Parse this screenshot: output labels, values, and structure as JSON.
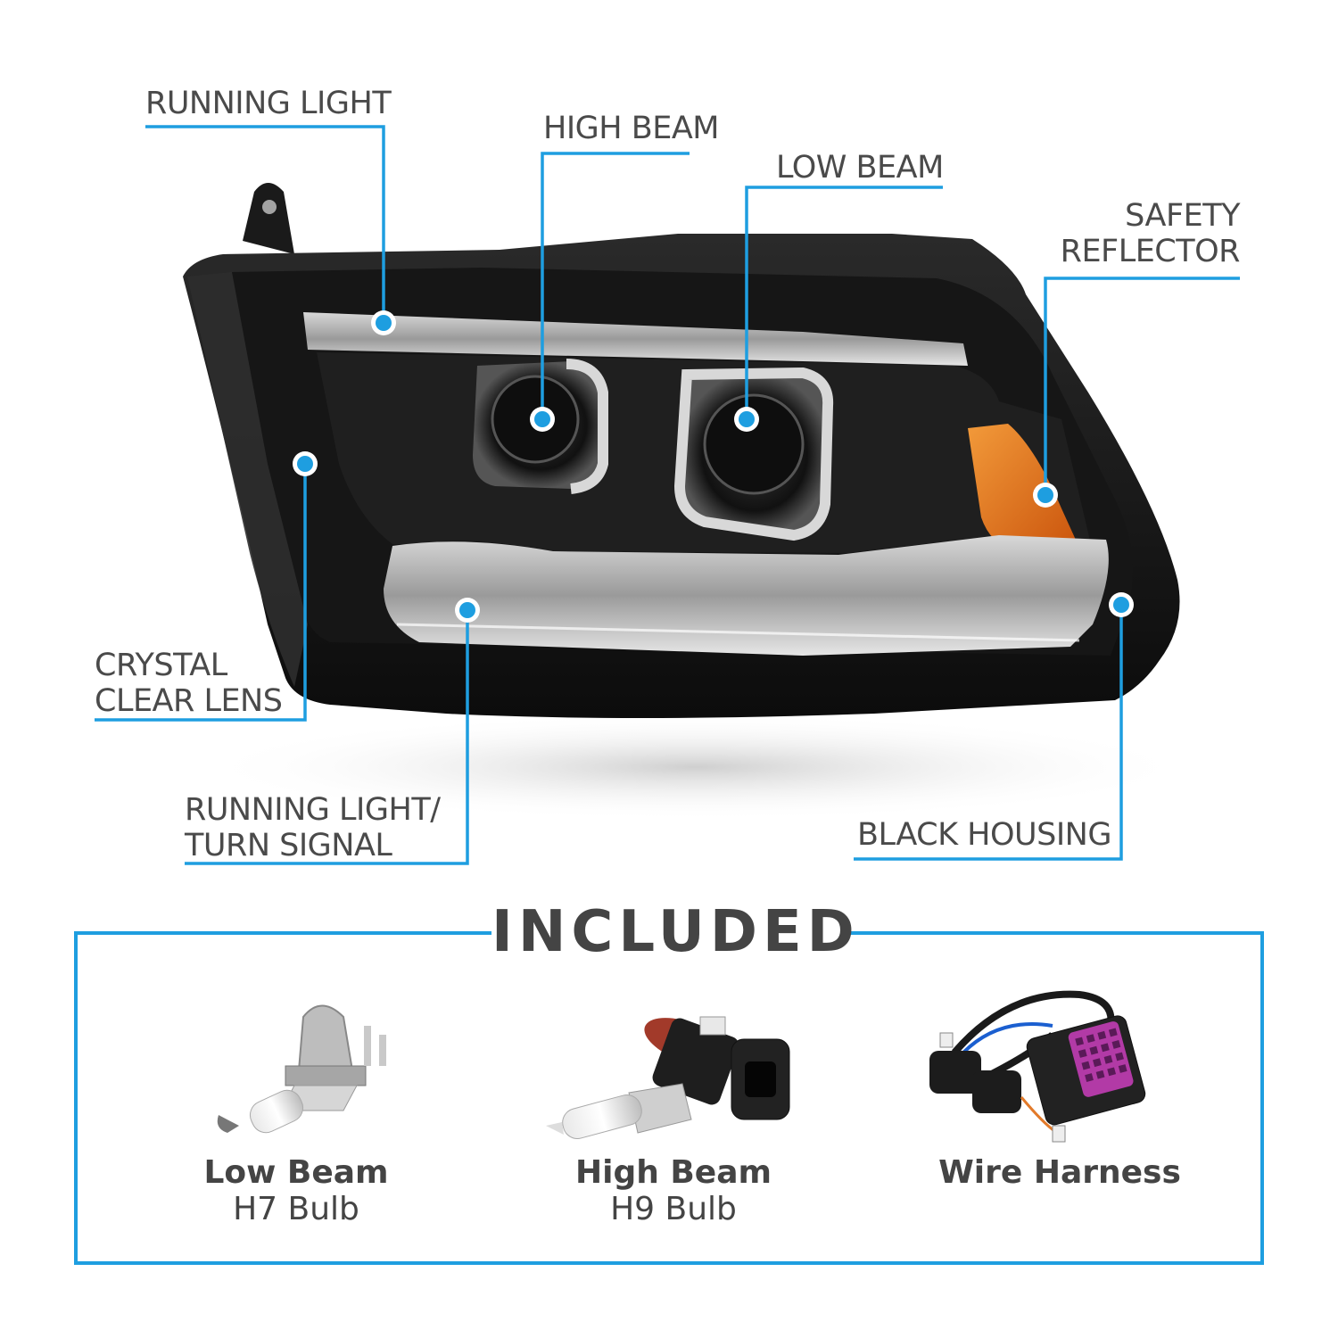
{
  "callouts": {
    "running_light": "RUNNING LIGHT",
    "high_beam": "HIGH BEAM",
    "low_beam": "LOW BEAM",
    "safety_reflector_1": "SAFETY",
    "safety_reflector_2": "REFLECTOR",
    "crystal_lens_1": "CRYSTAL",
    "crystal_lens_2": "CLEAR LENS",
    "running_turn_1": "RUNNING LIGHT/",
    "running_turn_2": "TURN SIGNAL",
    "black_housing": "BLACK HOUSING"
  },
  "included": {
    "title": "INCLUDED",
    "items": [
      {
        "title": "Low Beam",
        "subtitle": "H7 Bulb"
      },
      {
        "title": "High Beam",
        "subtitle": "H9 Bulb"
      },
      {
        "title": "Wire Harness",
        "subtitle": ""
      }
    ]
  },
  "colors": {
    "accent": "#1e9ee0",
    "housing": "#141414",
    "amber": "#e87a1a"
  }
}
